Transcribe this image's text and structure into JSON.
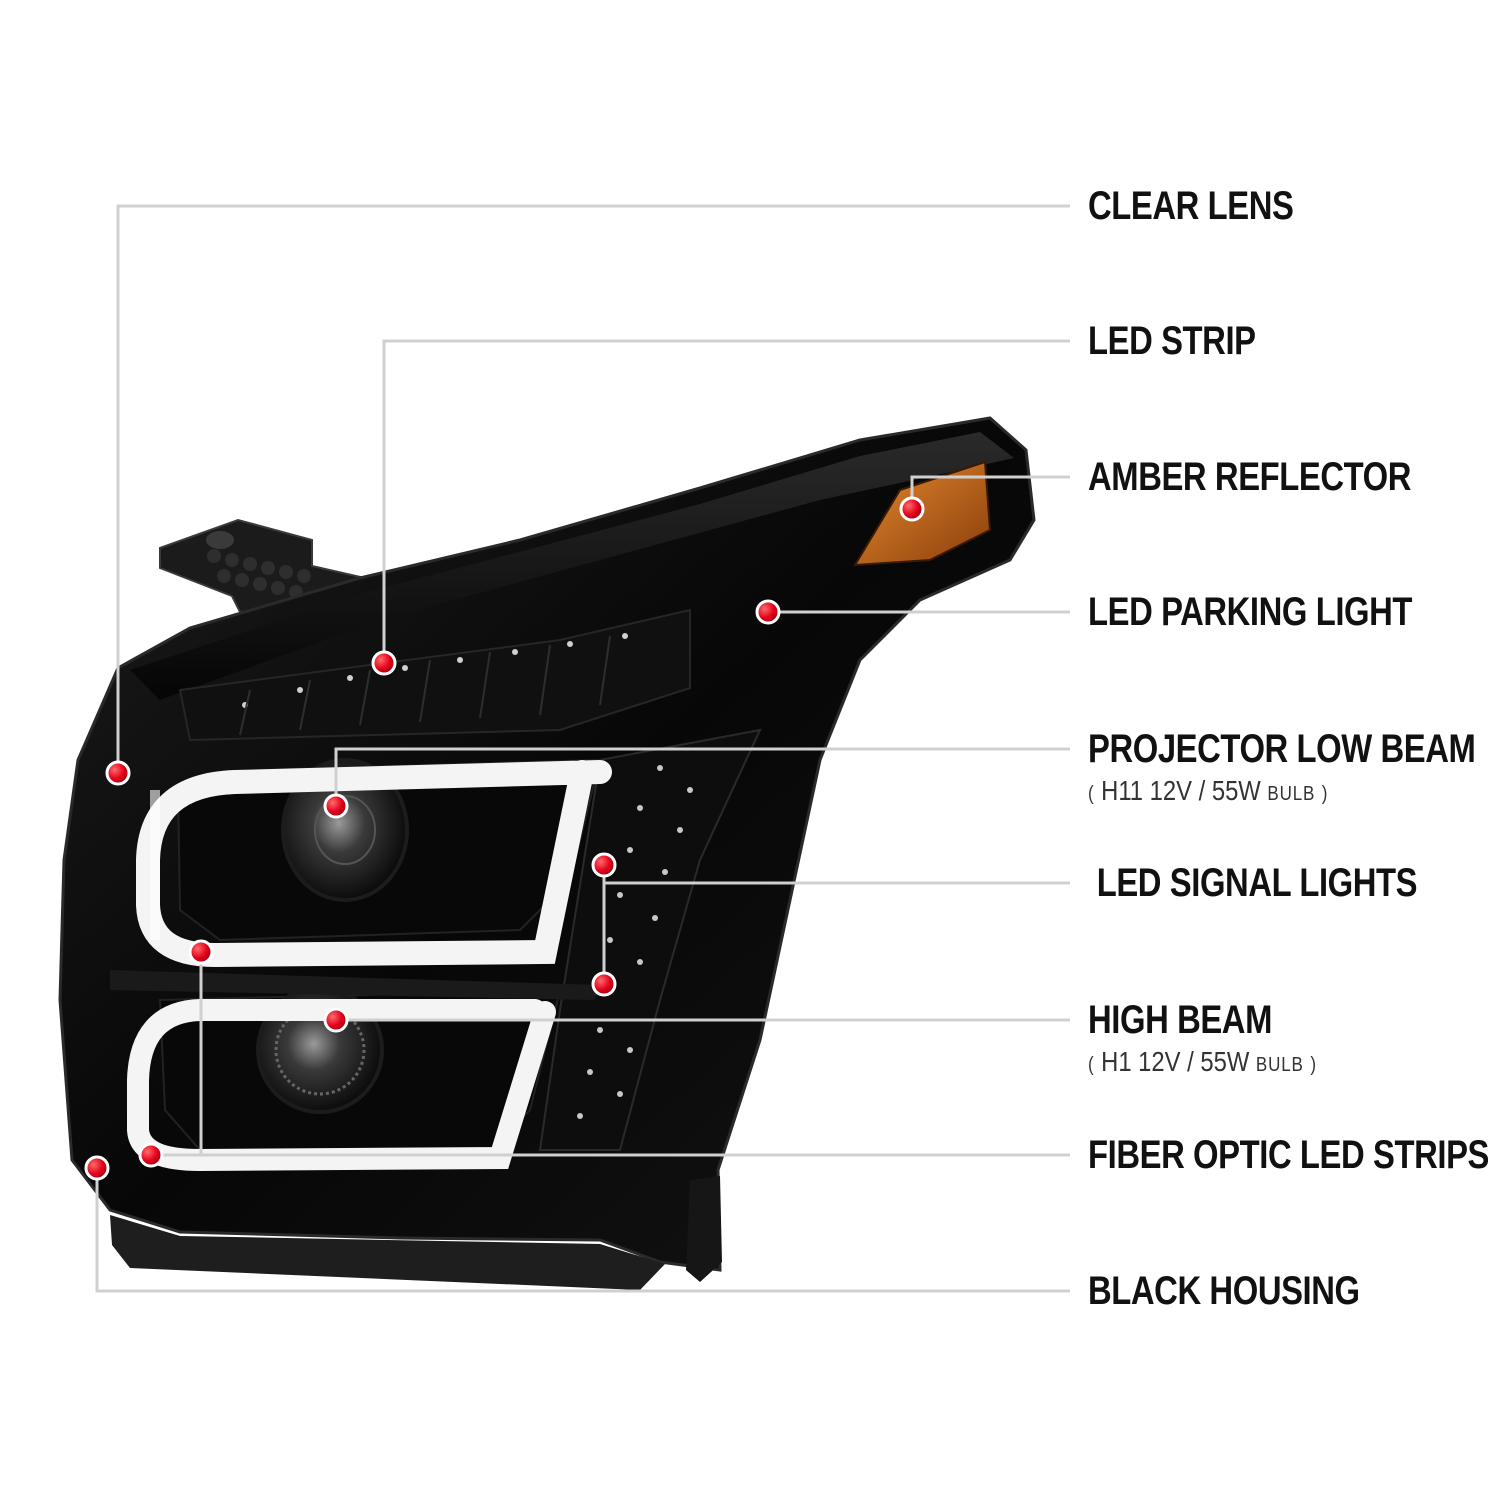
{
  "colors": {
    "background": "#ffffff",
    "housing": "#0a0a0a",
    "leader_line": "#d0d0d0",
    "callout_dot": "#e3001b",
    "fiber_strip": "#f5f5f5",
    "amber": "#c8661a",
    "label_text": "#111111"
  },
  "callouts": [
    {
      "label": "CLEAR LENS"
    },
    {
      "label": "LED STRIP"
    },
    {
      "label": "AMBER REFLECTOR"
    },
    {
      "label": "LED PARKING LIGHT"
    },
    {
      "label": "PROJECTOR LOW BEAM",
      "detail": {
        "open": "(",
        "spec": "H11  12V / 55W",
        "unit": "BULB",
        "close": ")"
      }
    },
    {
      "label": " LED SIGNAL LIGHTS"
    },
    {
      "label": "HIGH BEAM",
      "detail": {
        "open": "(",
        "spec": "H1  12V / 55W",
        "unit": "BULB",
        "close": ")"
      }
    },
    {
      "label": "FIBER OPTIC LED STRIPS"
    },
    {
      "label": "BLACK HOUSING"
    }
  ]
}
